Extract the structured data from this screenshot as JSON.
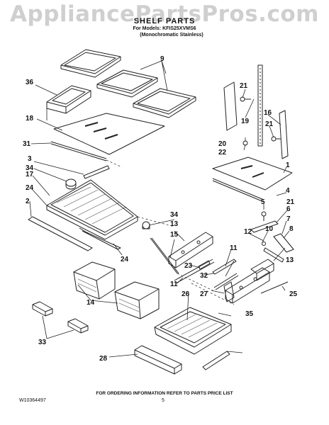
{
  "watermark": "AppliancePartsPros.com",
  "header": {
    "title": "SHELF PARTS",
    "models": "For Models: KFIS25XVMS6",
    "finish": "(Monochromatic Stainless)"
  },
  "callouts": [
    {
      "num": "1"
    },
    {
      "num": "2"
    },
    {
      "num": "3"
    },
    {
      "num": "4"
    },
    {
      "num": "5"
    },
    {
      "num": "6"
    },
    {
      "num": "7"
    },
    {
      "num": "8"
    },
    {
      "num": "9"
    },
    {
      "num": "10"
    },
    {
      "num": "11"
    },
    {
      "num": "11"
    },
    {
      "num": "12"
    },
    {
      "num": "13"
    },
    {
      "num": "13"
    },
    {
      "num": "14"
    },
    {
      "num": "15"
    },
    {
      "num": "16"
    },
    {
      "num": "17"
    },
    {
      "num": "18"
    },
    {
      "num": "19"
    },
    {
      "num": "20"
    },
    {
      "num": "21"
    },
    {
      "num": "21"
    },
    {
      "num": "21"
    },
    {
      "num": "22"
    },
    {
      "num": "23"
    },
    {
      "num": "24"
    },
    {
      "num": "24"
    },
    {
      "num": "25"
    },
    {
      "num": "26"
    },
    {
      "num": "27"
    },
    {
      "num": "28"
    },
    {
      "num": "31"
    },
    {
      "num": "32"
    },
    {
      "num": "33"
    },
    {
      "num": "34"
    },
    {
      "num": "34"
    },
    {
      "num": "35"
    },
    {
      "num": "36"
    }
  ],
  "footer": {
    "note": "FOR ORDERING INFORMATION REFER TO PARTS PRICE LIST",
    "doc_number": "W10364497",
    "page": "5"
  }
}
